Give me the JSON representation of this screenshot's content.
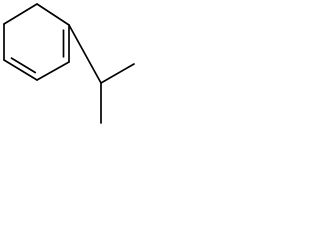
{
  "diagram": {
    "kind": "skeletal-formula",
    "line_color": "#000000",
    "background": "#ffffff",
    "atoms": [
      {
        "id": "c1",
        "element": "C",
        "label": ""
      },
      {
        "id": "c2",
        "element": "C",
        "label": ""
      },
      {
        "id": "c3",
        "element": "C",
        "label": ""
      },
      {
        "id": "c4",
        "element": "C",
        "label": ""
      },
      {
        "id": "c5",
        "element": "C",
        "label": ""
      },
      {
        "id": "c6",
        "element": "C",
        "label": ""
      },
      {
        "id": "c7",
        "element": "C",
        "label": ""
      },
      {
        "id": "c8",
        "element": "C",
        "label": ""
      },
      {
        "id": "c9",
        "element": "C",
        "label": ""
      }
    ],
    "bonds": [
      {
        "from": "c1",
        "to": "c2",
        "order": 1
      },
      {
        "from": "c2",
        "to": "c3",
        "order": 1
      },
      {
        "from": "c3",
        "to": "c4",
        "order": 2
      },
      {
        "from": "c4",
        "to": "c5",
        "order": 1
      },
      {
        "from": "c5",
        "to": "c6",
        "order": 2
      },
      {
        "from": "c6",
        "to": "c1",
        "order": 1
      },
      {
        "from": "c6",
        "to": "c7",
        "order": 1
      },
      {
        "from": "c7",
        "to": "c8",
        "order": 1
      },
      {
        "from": "c7",
        "to": "c9",
        "order": 1
      }
    ]
  }
}
